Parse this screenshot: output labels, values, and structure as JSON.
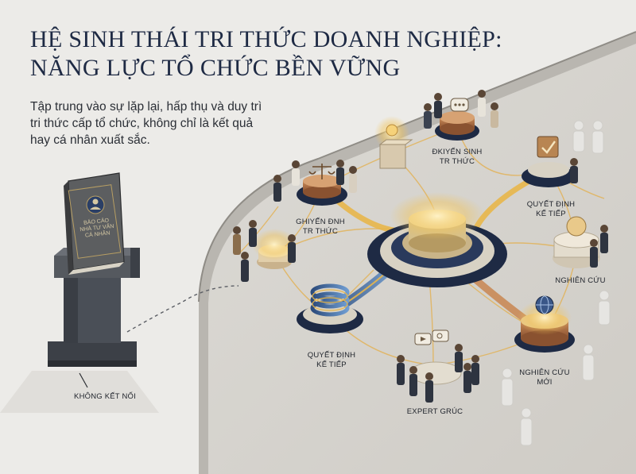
{
  "title": {
    "line1": "HỆ SINH THÁI TRI THỨC DOANH NGHIỆP:",
    "line2": "NĂNG LỰC TỔ CHỨC BỀN VỮNG"
  },
  "subtitle": {
    "line1": "Tập trung vào sự lặp lại, hấp thụ và duy trì",
    "line2": "tri thức cấp tổ chức, không chỉ là kết quả",
    "line3": "hay cá nhân xuất sắc."
  },
  "isolated_report": {
    "book_line1": "BÁO CÁO",
    "book_line2": "NHÀ TƯ VẤN",
    "book_line3": "CÁ NHÂN",
    "label": "KHÔNG KẾT NỐI"
  },
  "nodes": {
    "top": {
      "line1": "ĐKIYẾN SINH",
      "line2": "TR THỨC"
    },
    "left": {
      "line1": "GHIYẾN ĐNH",
      "line2": "TR THỨC"
    },
    "right_top": {
      "line1": "QUYẾT ĐỊNH",
      "line2": "KẾ TIẾP"
    },
    "right_mid": {
      "line1": "NGHIÊN CỨU"
    },
    "bottom_left": {
      "line1": "QUYẾT ĐỊNH",
      "line2": "KẾ TIẾP"
    },
    "bottom_right": {
      "line1": "NGHIÊN CỨU",
      "line2": "MỚI"
    },
    "bottom": {
      "line1": "EXPERT GRÚC"
    }
  },
  "colors": {
    "navy": "#1e2a44",
    "gold": "#e8b64a",
    "copper": "#a86a3e",
    "table": "#d9d7d2",
    "paper": "#ecebe8"
  },
  "icons": [
    "person-icon",
    "scales-icon",
    "checkbox-icon",
    "globe-icon",
    "video-icon",
    "lightbulb-icon",
    "speech-bubble-icon"
  ]
}
